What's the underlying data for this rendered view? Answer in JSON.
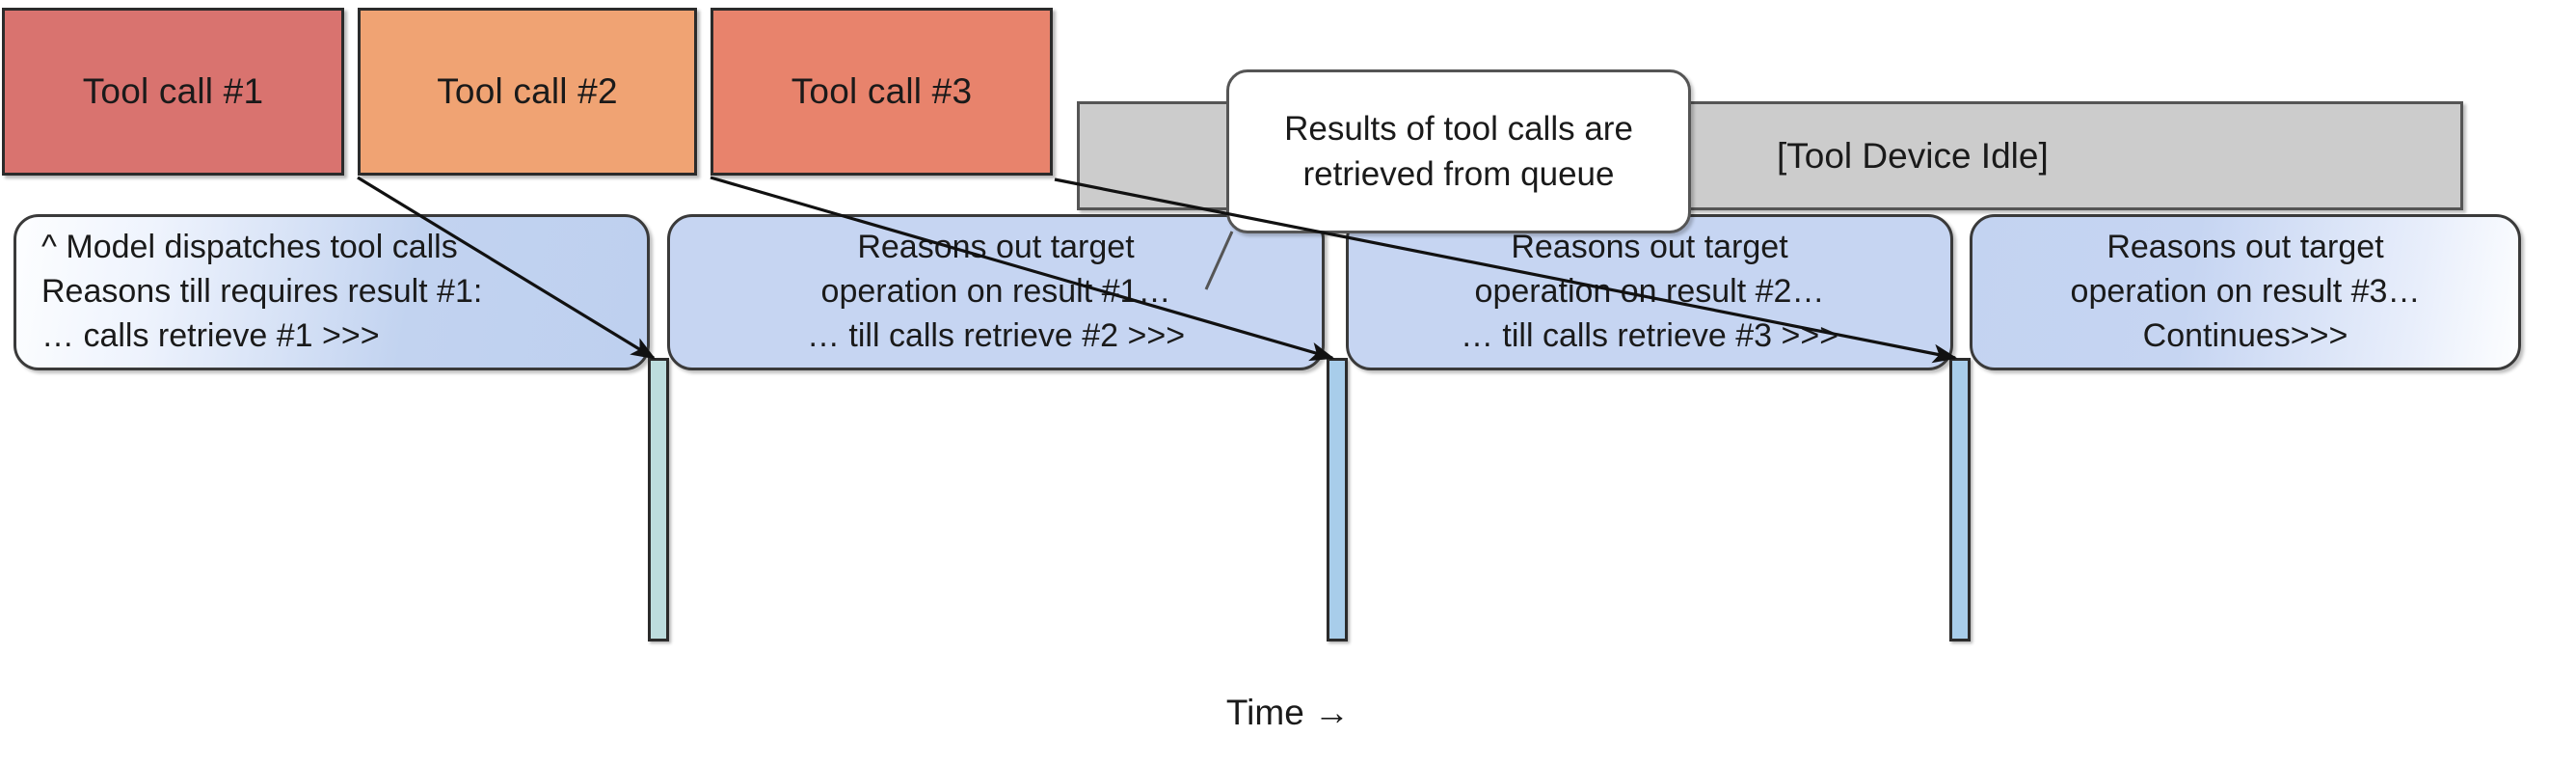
{
  "diagram": {
    "title_caption": "Time →",
    "colors": {
      "toolcall_1": "#d9736f",
      "toolcall_2": "#f0a373",
      "toolcall_3": "#e8836c",
      "idle_bar": "#cccccc",
      "reason_block": "#c6d5f2",
      "separator_1": "#bdddde",
      "separator_2": "#a8cdea",
      "separator_3": "#a8cdea",
      "callout_bg": "#ffffff",
      "stroke": "#2b2b2b"
    }
  },
  "device_track": {
    "tool_calls": [
      {
        "label": "Tool call #1"
      },
      {
        "label": "Tool call #2"
      },
      {
        "label": "Tool call #3"
      }
    ],
    "idle": {
      "label": "[Tool Device Idle]"
    },
    "callout": {
      "text": "Results of tool calls are retrieved from queue"
    }
  },
  "model_track": {
    "blocks": [
      {
        "lines": [
          "^ Model dispatches tool calls",
          "Reasons till requires result #1:",
          "… calls retrieve #1 >>>"
        ],
        "align": "left"
      },
      {
        "lines": [
          "Reasons out target",
          "operation on result #1…",
          "… till calls retrieve #2 >>>"
        ],
        "align": "center"
      },
      {
        "lines": [
          "Reasons out target",
          "operation on result #2…",
          "… till calls retrieve #3 >>>"
        ],
        "align": "center"
      },
      {
        "lines": [
          "Reasons out target",
          "operation on result #3…",
          "Continues>>>"
        ],
        "align": "center"
      }
    ],
    "separators": [
      {
        "name": "retrieve-result-1"
      },
      {
        "name": "retrieve-result-2"
      },
      {
        "name": "retrieve-result-3"
      }
    ]
  }
}
